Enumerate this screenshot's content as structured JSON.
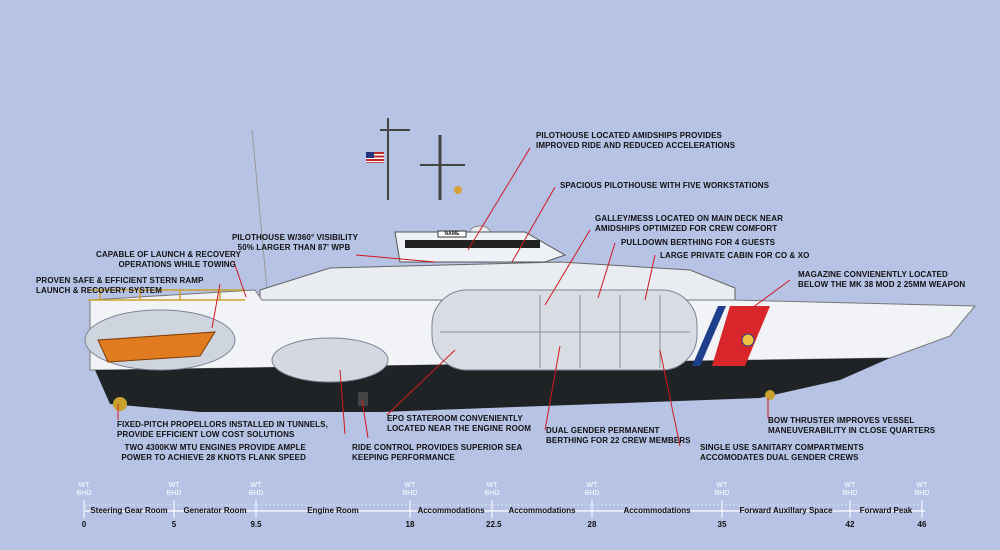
{
  "callouts": {
    "pilothouse_amidships": "PILOTHOUSE LOCATED AMIDSHIPS PROVIDES\nIMPROVED RIDE AND REDUCED ACCELERATIONS",
    "spacious_pilothouse": "SPACIOUS PILOTHOUSE WITH FIVE WORKSTATIONS",
    "galley": "GALLEY/MESS LOCATED ON MAIN DECK NEAR\nAMIDSHIPS OPTIMIZED FOR CREW COMFORT",
    "pulldown": "PULLDOWN BERTHING FOR 4 GUESTS",
    "private_cabin": "LARGE PRIVATE CABIN FOR CO & XO",
    "magazine": "MAGAZINE CONVIENENTLY LOCATED\nBELOW THE MK 38 MOD 2 25MM WEAPON",
    "visibility": "PILOTHOUSE W/360° VISIBILITY\n50% LARGER THAN 87' WPB",
    "launch_recovery": "CAPABLE OF LAUNCH & RECOVERY\nOPERATIONS WHILE TOWING",
    "stern_ramp": "PROVEN SAFE & EFFICIENT STERN RAMP\nLAUNCH & RECOVERY SYSTEM",
    "propellors": "FIXED-PITCH PROPELLORS INSTALLED IN TUNNELS,\nPROVIDE EFFICIENT LOW COST SOLUTIONS",
    "engines": "TWO 4300KW MTU ENGINES PROVIDE AMPLE\nPOWER TO ACHIEVE 28 KNOTS FLANK SPEED",
    "epo": "EPO STATEROOM CONVENIENTLY\nLOCATED NEAR THE ENGINE ROOM",
    "ride_control": "RIDE CONTROL PROVIDES SUPERIOR SEA\nKEEPING PERFORMANCE",
    "dual_gender": "DUAL GENDER PERMANENT\nBERTHING FOR 22 CREW MEMBERS",
    "sanitary": "SINGLE USE SANITARY COMPARTMENTS\nACCOMODATES DUAL GENDER CREWS",
    "bow_thruster": "BOW THRUSTER IMPROVES VESSEL\nMANEUVERABILITY IN CLOSE QUARTERS"
  },
  "name_plate": "NAME",
  "bulkhead_label": [
    "WT",
    "BHD"
  ],
  "frames": [
    "0",
    "5",
    "9.5",
    "18",
    "22.5",
    "28",
    "35",
    "42",
    "46"
  ],
  "compartments": [
    "Steering Gear Room",
    "Generator Room",
    "Engine Room",
    "Accommodations",
    "Accommodations",
    "Accommodations",
    "Forward Auxillary Space",
    "Forward Peak"
  ],
  "colors": {
    "background": "#b7c3e5",
    "hull_white": "#f1f3f6",
    "hull_black": "#202326",
    "leader_red": "#d0181c",
    "racing_stripe": "#d8262a",
    "racing_blue": "#1f3f8c"
  }
}
